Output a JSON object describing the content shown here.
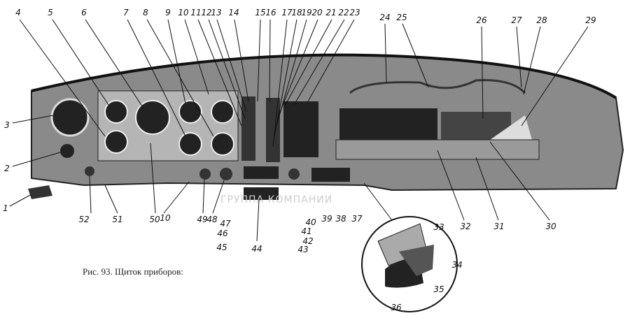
{
  "caption": "Рис. 93. Щиток приборов:",
  "watermark": "ГРУППА КОМПАНИИ",
  "callouts": [
    "1",
    "2",
    "3",
    "4",
    "5",
    "6",
    "7",
    "8",
    "9",
    "10",
    "11",
    "12",
    "13",
    "14",
    "15",
    "16",
    "17",
    "18",
    "19",
    "20",
    "21",
    "22",
    "23",
    "24",
    "25",
    "26",
    "27",
    "28",
    "29",
    "30",
    "31",
    "32",
    "33",
    "34",
    "35",
    "36",
    "37",
    "38",
    "39",
    "40",
    "41",
    "42",
    "43",
    "44",
    "45",
    "46",
    "47",
    "48",
    "49",
    "50",
    "51",
    "52",
    "10"
  ]
}
